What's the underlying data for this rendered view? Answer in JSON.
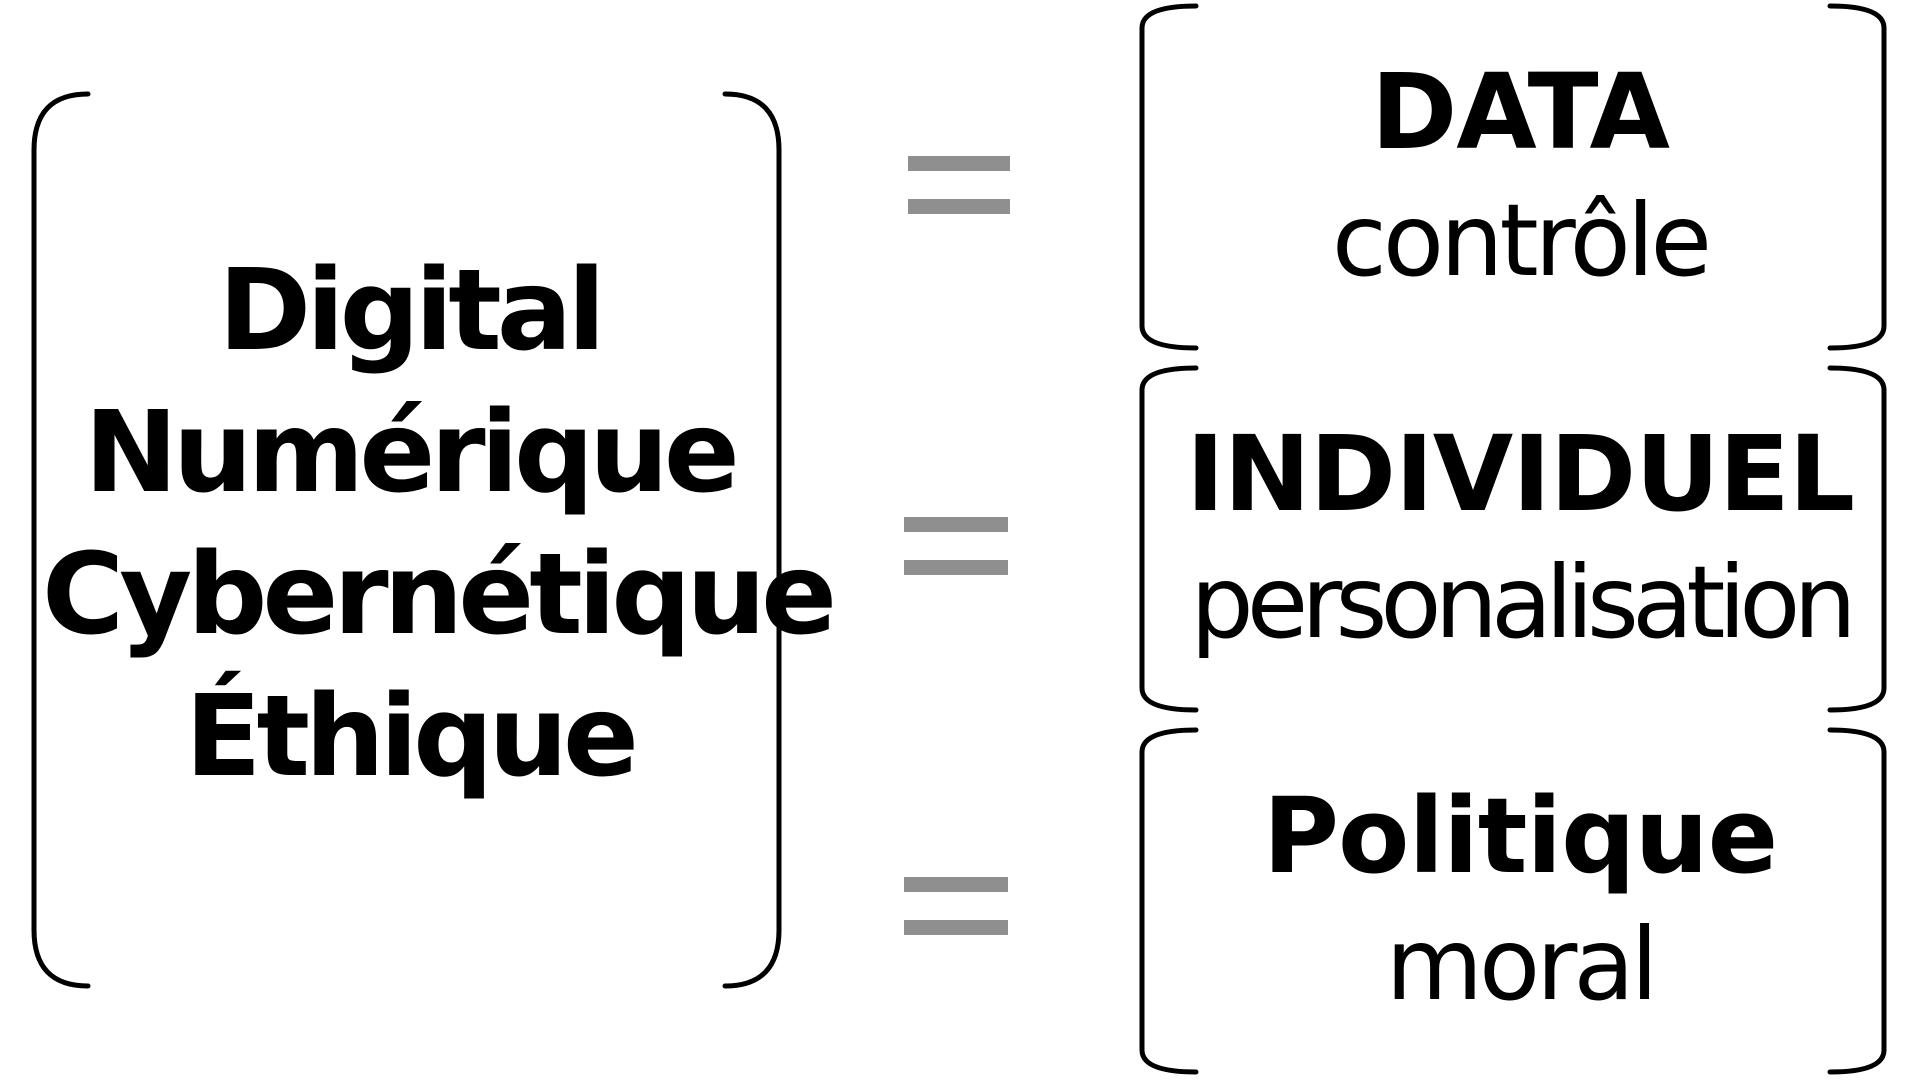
{
  "left_group": {
    "terms": [
      "Digital",
      "Numérique",
      "Cybernétique",
      "Éthique"
    ]
  },
  "right_groups": [
    {
      "main": "DATA",
      "sub": "contrôle"
    },
    {
      "main": "INDIVIDUEL",
      "sub": "personalisation"
    },
    {
      "main": "Politique",
      "sub": "moral"
    }
  ],
  "colors": {
    "bracket": "#000000",
    "equals_sign": "#8f8f8f",
    "background": "#ffffff"
  }
}
